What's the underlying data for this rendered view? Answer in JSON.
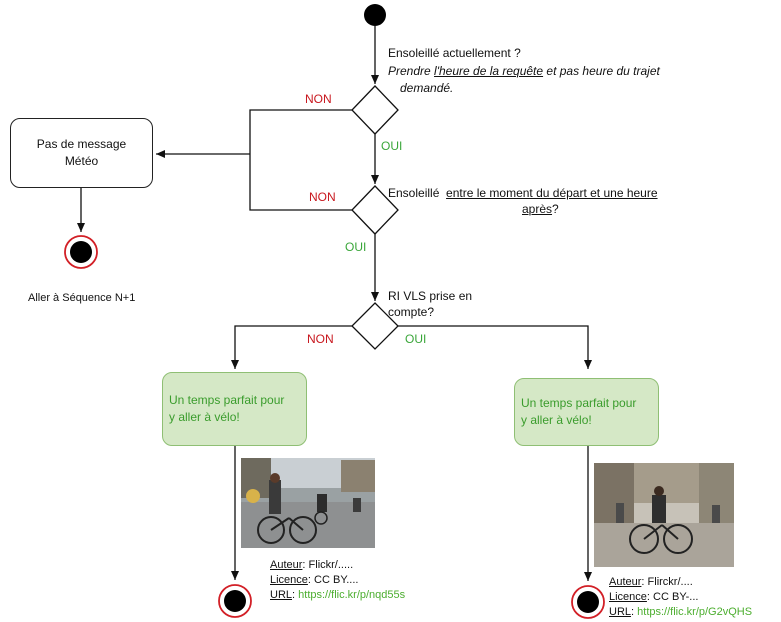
{
  "q1": {
    "question": "Ensoleillé actuellement ?",
    "note_prefix": "Prendre ",
    "note_underlined": "l'heure de la requête",
    "note_suffix": " et pas heure du trajet",
    "note_line2": "demandé.",
    "no_label": "NON",
    "yes_label": "OUI"
  },
  "q2": {
    "question_prefix": "Ensoleillé",
    "question_underlined_1": "entre le moment du départ et une heure",
    "question_underlined_2": "après",
    "question_suffix": "?",
    "no_label": "NON",
    "yes_label": "OUI"
  },
  "q3": {
    "question_line1": "RI VLS prise en",
    "question_line2": "compte?",
    "no_label": "NON",
    "yes_label": "OUI"
  },
  "no_message_box": {
    "line1": "Pas de message",
    "line2": "Météo"
  },
  "goto_label": "Aller à Séquence N+1",
  "left_branch": {
    "message_line1": "Un temps parfait pour",
    "message_line2": "y aller à vélo!",
    "author_label": "Auteur",
    "author_value": ": Flickr/.....",
    "licence_label": "Licence",
    "licence_value": ": CC BY....",
    "url_label": "URL",
    "url_sep": ": ",
    "url_value": "https://flic.kr/p/nqd55s"
  },
  "right_branch": {
    "message_line1": "Un temps parfait pour",
    "message_line2": "y aller à vélo!",
    "author_label": "Auteur",
    "author_value": ": Flirckr/....",
    "licence_label": "Licence",
    "licence_value": ": CC BY-...",
    "url_label": "URL",
    "url_sep": ": ",
    "url_value": "https://flic.kr/p/G2vQHS"
  },
  "colors": {
    "no": "#c8171e",
    "yes": "#3aa63a",
    "green_fill": "#d5e8c6",
    "green_border": "#8fbf74",
    "green_text": "#3a9c2c",
    "link": "#4cae2f",
    "terminal_ring": "#d21f26"
  },
  "icons": [
    "start-node-icon",
    "end-node-icon",
    "decision-diamond-icon",
    "arrow-head-icon"
  ]
}
